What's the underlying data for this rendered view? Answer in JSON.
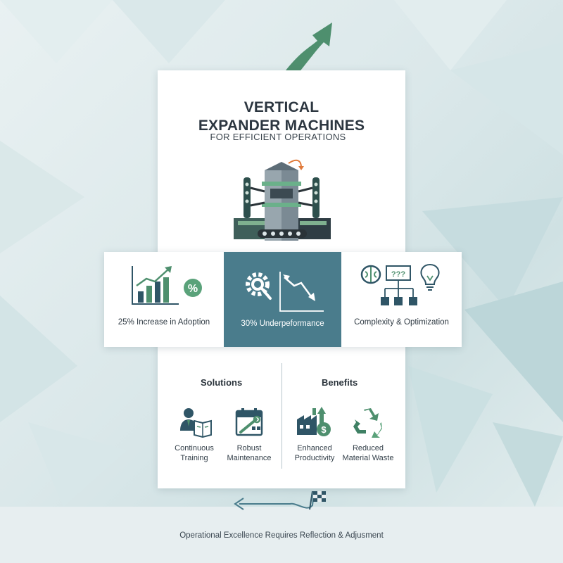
{
  "header": {
    "title_line1": "VERTICAL",
    "title_line2": "EXPANDER MACHINES",
    "subtitle": "FOR EFFICIENT OPERATIONS"
  },
  "stats": [
    {
      "label": "25% Increase in Adoption",
      "icon": "growth-chart-percent-icon"
    },
    {
      "label": "30% Underpeformance",
      "icon": "gear-wrench-decline-icon"
    },
    {
      "label": "Complexity & Optimization",
      "icon": "brain-flowchart-lightbulb-icon"
    }
  ],
  "solutions": {
    "heading": "Solutions",
    "items": [
      {
        "line1": "Continuous",
        "line2": "Training",
        "icon": "person-reading-icon"
      },
      {
        "line1": "Robust",
        "line2": "Maintenance",
        "icon": "calendar-wrench-icon"
      }
    ]
  },
  "benefits": {
    "heading": "Benefits",
    "items": [
      {
        "line1": "Enhanced",
        "line2": "Productivity",
        "icon": "factory-growth-icon"
      },
      {
        "line1": "Reduced",
        "line2": "Material Waste",
        "icon": "recycle-icon"
      }
    ]
  },
  "footer": {
    "text": "Operational Excellence Requires Reflection & Adjusment"
  },
  "colors": {
    "green": "#4e8f6e",
    "teal_panel": "#4a7c8c",
    "navy": "#2f5566"
  }
}
